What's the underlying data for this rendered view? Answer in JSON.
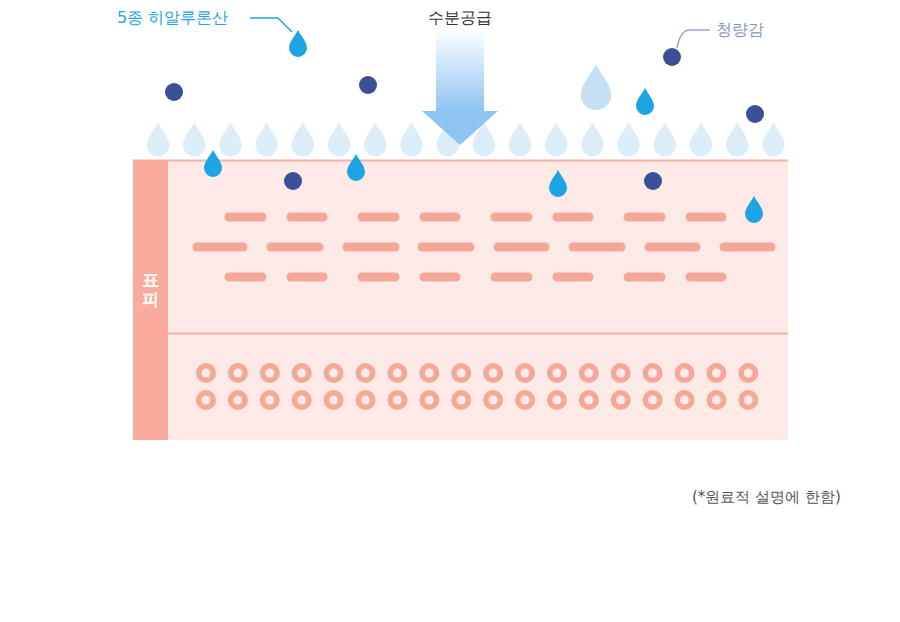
{
  "diagram": {
    "nodes": [
      {
        "text": [
          "표피"
        ]
      }
    ],
    "labels": [
      "5종 히알루론산",
      "수분공급",
      "청량감",
      "(*원료적 설명에 한함)"
    ]
  }
}
